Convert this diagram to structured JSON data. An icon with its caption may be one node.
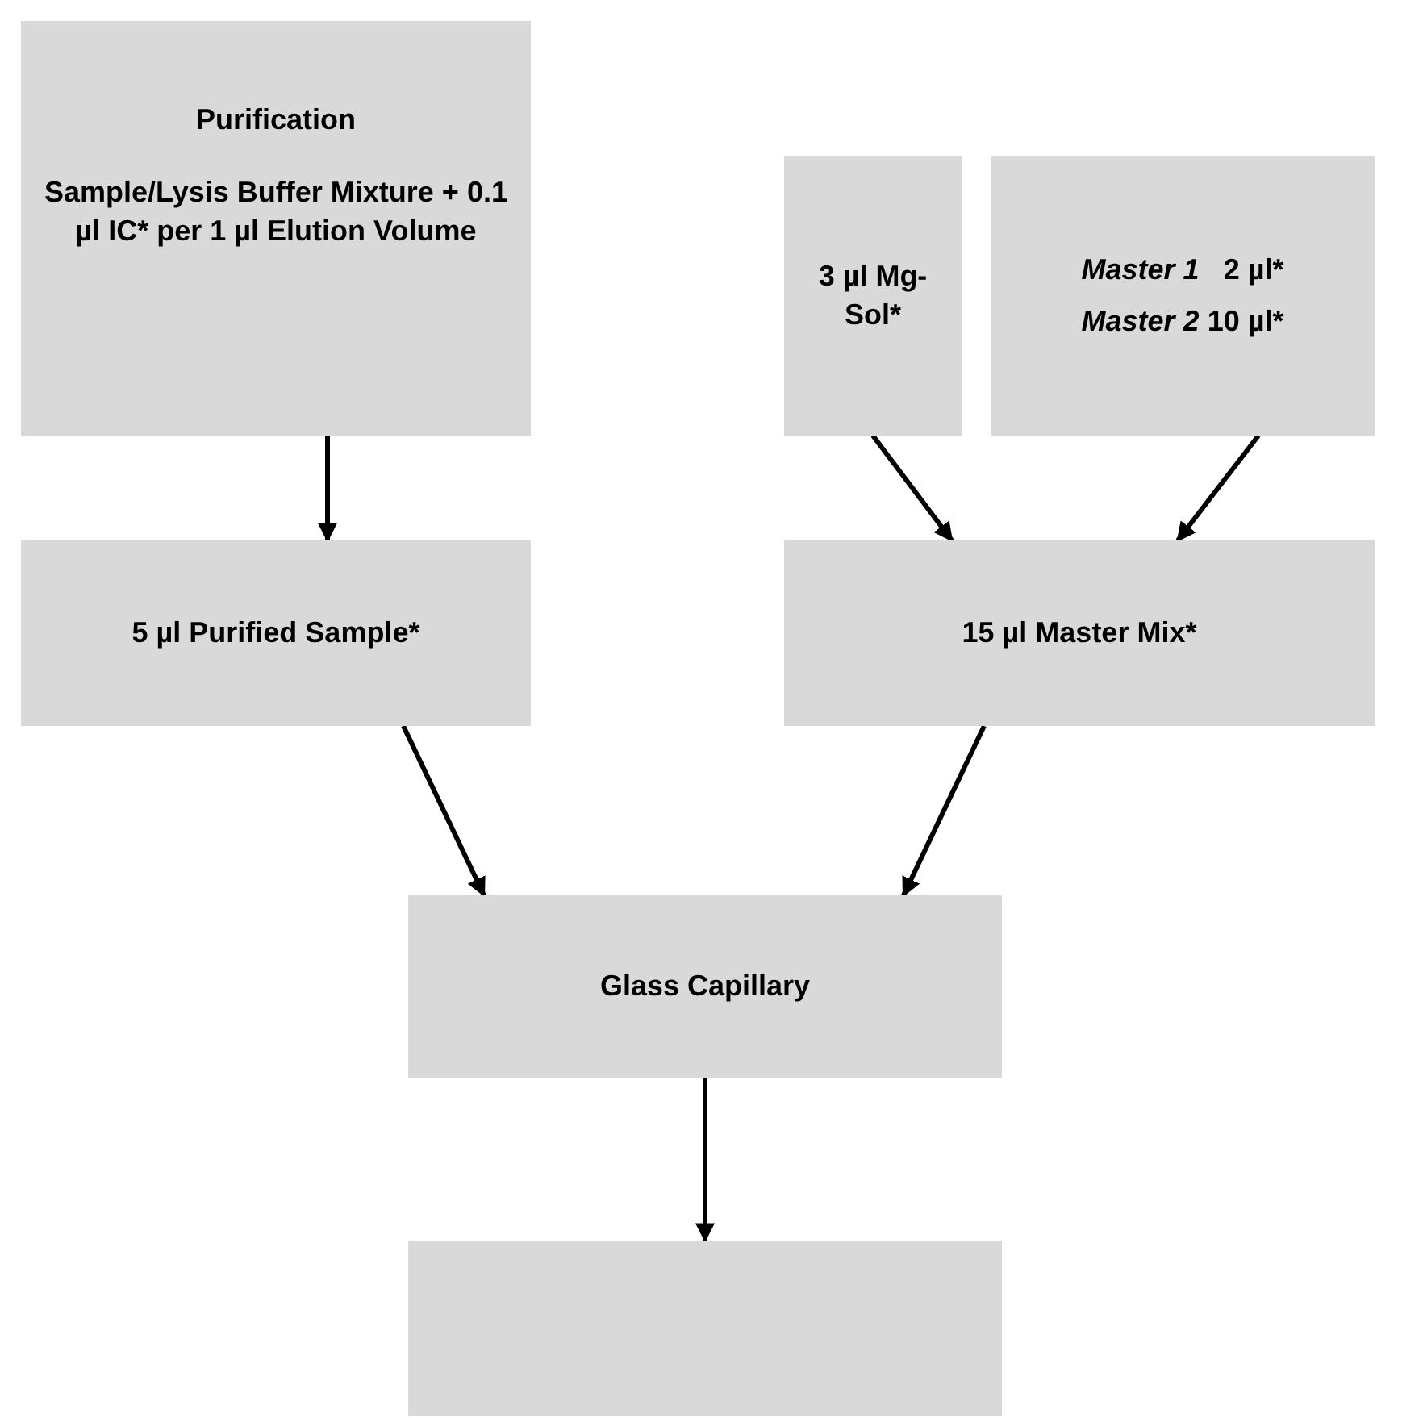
{
  "diagram": {
    "nodes": [
      {
        "text": [
          "Purification",
          "Sample/Lysis Buffer Mixture + 0.1 µl IC* per 1 µl Elution Volume"
        ]
      },
      {
        "text": [
          "3 µl Mg-Sol*"
        ]
      },
      {
        "text": [
          "*Master 1*   2 µl*",
          "*Master 2* 10 µl*"
        ]
      },
      {
        "text": [
          "5 µl Purified Sample*"
        ]
      },
      {
        "text": [
          "15 µl Master Mix*"
        ]
      },
      {
        "text": [
          "Glass Capillary"
        ]
      },
      {
        "text": [],
        "shape": "box"
      }
    ],
    "edges": [
      {
        "from": 0,
        "to": 3,
        "arrow": "to"
      },
      {
        "from": 1,
        "to": 4,
        "arrow": "to"
      },
      {
        "from": 2,
        "to": 4,
        "arrow": "to"
      },
      {
        "from": 3,
        "to": 5,
        "arrow": "to"
      },
      {
        "from": 4,
        "to": 5,
        "arrow": "to"
      },
      {
        "from": 5,
        "to": 6,
        "arrow": "to"
      }
    ]
  }
}
